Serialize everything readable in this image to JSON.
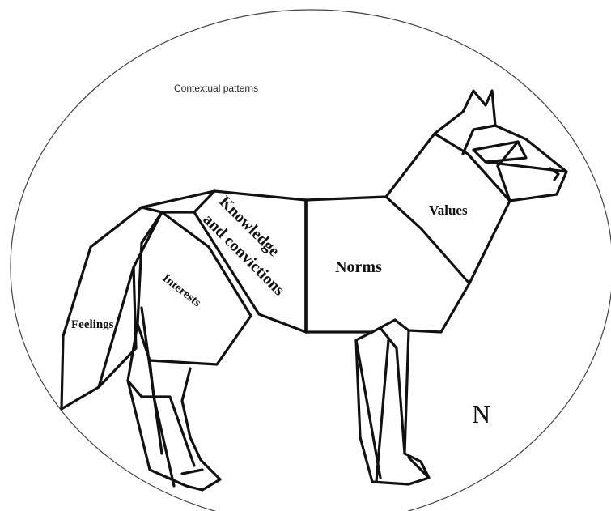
{
  "diagram": {
    "outer_label": "Contextual patterns",
    "corner_letter": "N",
    "parts": {
      "feelings": "Feelings",
      "interests": "Interests",
      "knowledge_line1": "Knowledge",
      "knowledge_line2": "and convictions",
      "norms": "Norms",
      "values": "Values"
    }
  }
}
